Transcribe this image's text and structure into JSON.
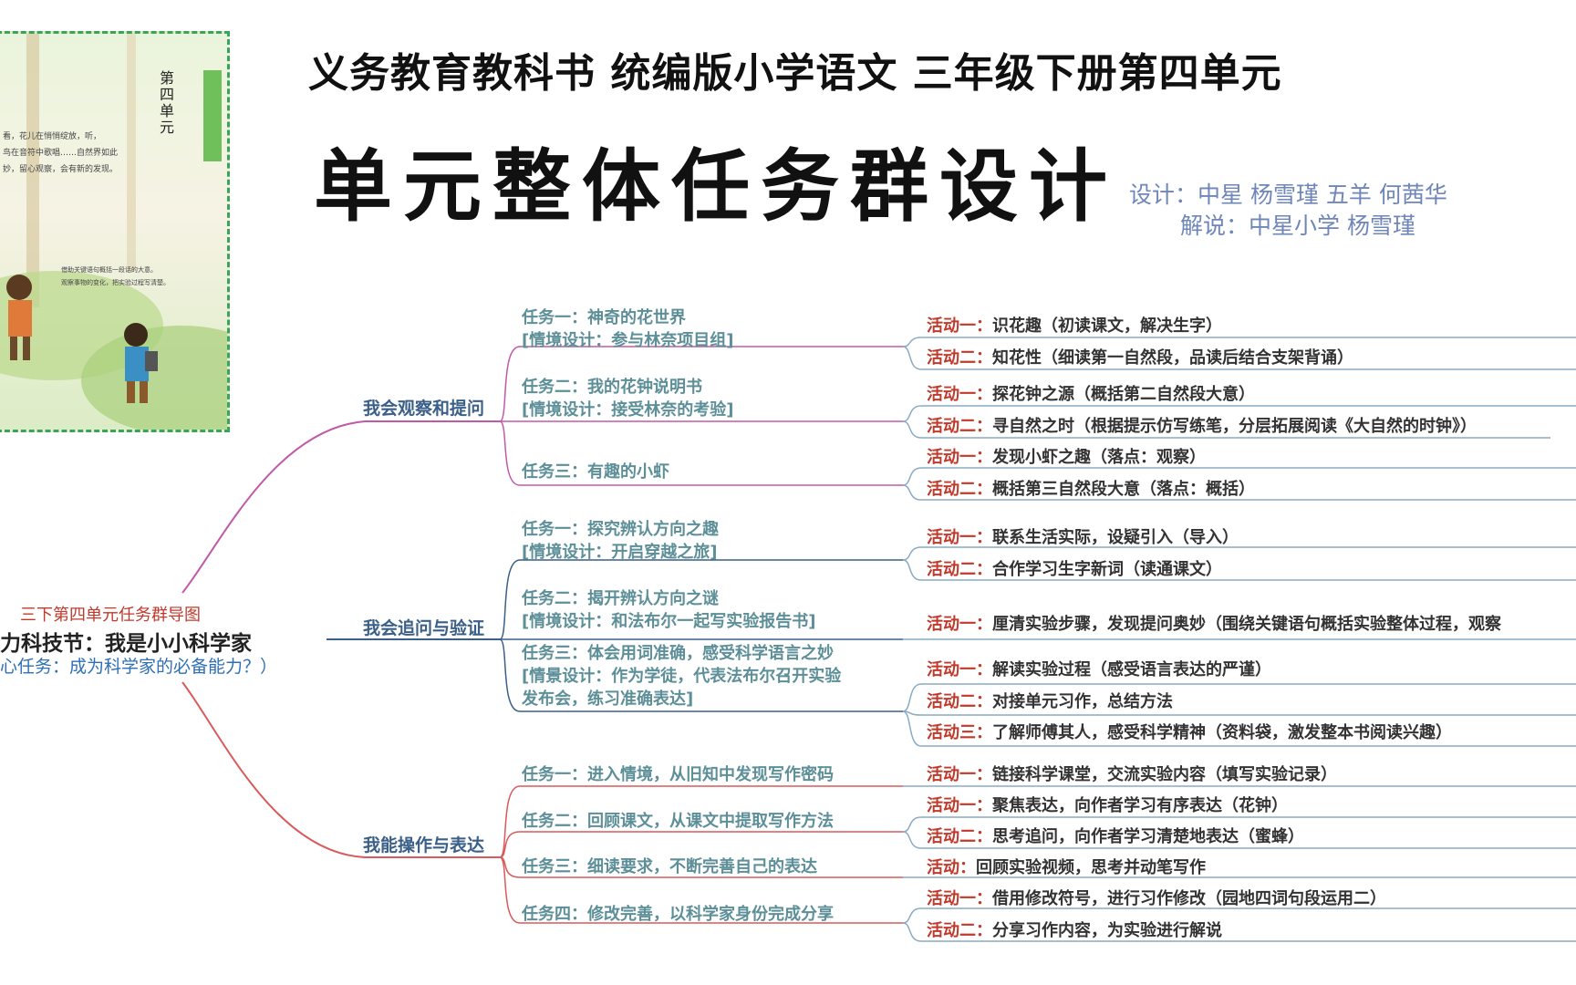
{
  "header": {
    "title_line1": "义务教育教科书 统编版小学语文 三年级下册第四单元",
    "title_line2": "单元整体任务群设计",
    "credit_line1": "设计：中星 杨雪瑾 五羊 何茜华",
    "credit_line2": "解说：中星小学 杨雪瑾"
  },
  "cover": {
    "unit_label": "第四单元",
    "text_lines": [
      "看，花儿在悄悄绽放，听，",
      "鸟在音符中歌唱……自然界如此",
      "妙，留心观察，会有新的发现。"
    ],
    "bottom_lines": [
      "借助关键语句概括一段话的大意。",
      "观察事物的变化，把实验过程写清楚。"
    ]
  },
  "center": {
    "title": "三下第四单元任务群导图",
    "main": "力科技节：我是小小科学家",
    "sub": "心任务：成为科学家的必备能力？）"
  },
  "branches": [
    {
      "label": "我会观察和提问",
      "tasks": [
        {
          "lines": [
            "任务一：神奇的花世界",
            "[情境设计：参与林奈项目组]"
          ],
          "activities": [
            {
              "k": "活动一：",
              "t": "识花趣（初读课文，解决生字）"
            },
            {
              "k": "活动二：",
              "t": "知花性（细读第一自然段，品读后结合支架背诵）"
            }
          ]
        },
        {
          "lines": [
            "任务二：我的花钟说明书",
            "[情境设计：接受林奈的考验]"
          ],
          "activities": [
            {
              "k": "活动一：",
              "t": "探花钟之源（概括第二自然段大意）"
            },
            {
              "k": "活动二：",
              "t": "寻自然之时（根据提示仿写练笔，分层拓展阅读《大自然的时钟》）"
            }
          ]
        },
        {
          "lines": [
            "任务三：有趣的小虾"
          ],
          "activities": [
            {
              "k": "活动一：",
              "t": "发现小虾之趣（落点：观察）"
            },
            {
              "k": "活动二：",
              "t": "概括第三自然段大意（落点：概括）"
            }
          ]
        }
      ]
    },
    {
      "label": "我会追问与验证",
      "tasks": [
        {
          "lines": [
            "任务一：探究辨认方向之趣",
            "[情境设计：开启穿越之旅]"
          ],
          "activities": [
            {
              "k": "活动一：",
              "t": "联系生活实际，设疑引入（导入）"
            },
            {
              "k": "活动二：",
              "t": "合作学习生字新词（读通课文）"
            }
          ]
        },
        {
          "lines": [
            "任务二：揭开辨认方向之谜",
            "[情境设计：和法布尔一起写实验报告书]"
          ],
          "activities": [
            {
              "k": "活动一：",
              "t": "厘清实验步骤，发现提问奥妙（围绕关键语句概括实验整体过程，观察"
            }
          ]
        },
        {
          "lines": [
            "任务三：体会用词准确，感受科学语言之妙",
            "[情景设计：作为学徒，代表法布尔召开实验",
            "发布会，练习准确表达]"
          ],
          "activities": [
            {
              "k": "活动一：",
              "t": "解读实验过程（感受语言表达的严谨）"
            },
            {
              "k": "活动二：",
              "t": "对接单元习作，总结方法"
            },
            {
              "k": "活动三：",
              "t": "了解师傅其人，感受科学精神（资料袋，激发整本书阅读兴趣）"
            }
          ]
        }
      ]
    },
    {
      "label": "我能操作与表达",
      "tasks": [
        {
          "lines": [
            "任务一：进入情境，从旧知中发现写作密码"
          ],
          "activities": [
            {
              "k": "活动一：",
              "t": "链接科学课堂，交流实验内容（填写实验记录）"
            }
          ]
        },
        {
          "lines": [
            "任务二：回顾课文，从课文中提取写作方法"
          ],
          "activities": [
            {
              "k": "活动一：",
              "t": "聚焦表达，向作者学习有序表达（花钟）"
            },
            {
              "k": "活动二：",
              "t": "思考追问，向作者学习清楚地表达（蜜蜂）"
            }
          ]
        },
        {
          "lines": [
            "任务三：细读要求，不断完善自己的表达"
          ],
          "activities": [
            {
              "k": "活动：",
              "t": "回顾实验视频，思考并动笔写作"
            }
          ]
        },
        {
          "lines": [
            "任务四：修改完善，以科学家身份完成分享"
          ],
          "activities": [
            {
              "k": "活动一：",
              "t": "借用修改符号，进行习作修改（园地四词句段运用二）"
            },
            {
              "k": "活动二：",
              "t": "分享习作内容，为实验进行解说"
            }
          ]
        }
      ]
    }
  ],
  "colors": {
    "branch1_line": "#c05aa8",
    "branch2_line": "#3a5f88",
    "branch3_line": "#d95a5a",
    "activity_line": "#8aaac4",
    "dashed_border": "#3aa55a"
  }
}
